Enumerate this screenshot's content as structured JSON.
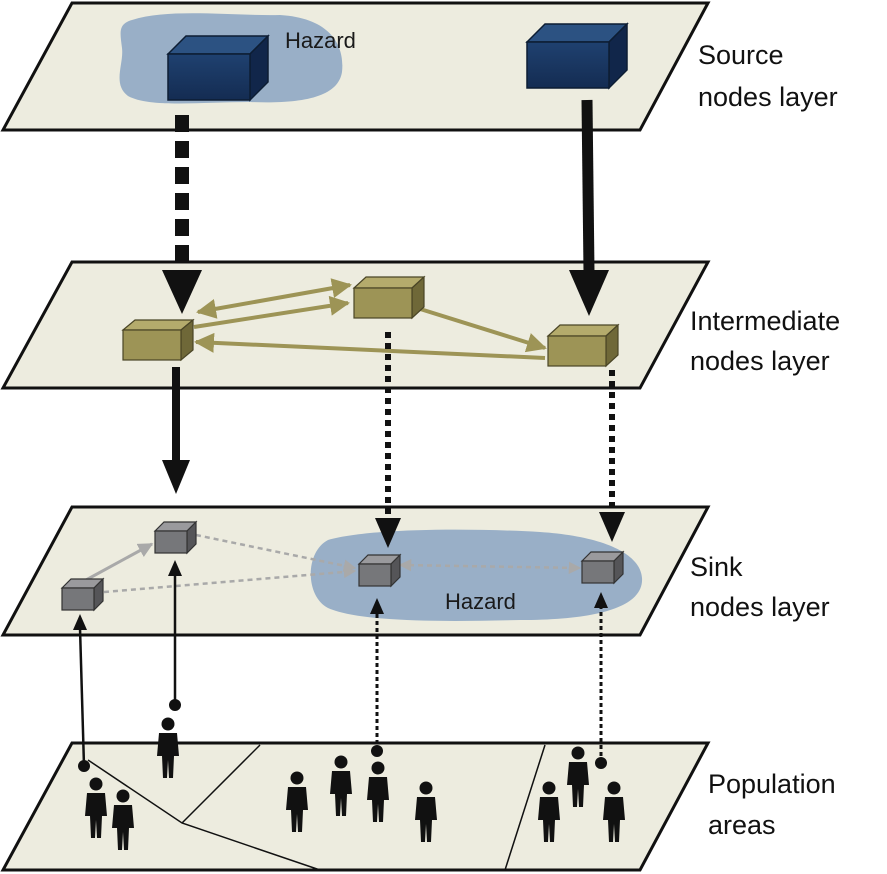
{
  "layers": {
    "source": {
      "line1": "Source",
      "line2": "nodes layer"
    },
    "intermediate": {
      "line1": "Intermediate",
      "line2": "nodes layer"
    },
    "sink": {
      "line1": "Sink",
      "line2": "nodes layer"
    },
    "population": {
      "line1": "Population",
      "line2": "areas"
    }
  },
  "hazard_top": "Hazard",
  "hazard_sink": "Hazard",
  "colors": {
    "plane_fill": "#edecdf",
    "hazard_fill": "#8fa9c4",
    "source_node": "#1b3a66",
    "intermediate_node": "#9d9456",
    "sink_node": "#76777a",
    "link_arrow": "#9d9456",
    "sink_link": "#a9a9a9"
  }
}
